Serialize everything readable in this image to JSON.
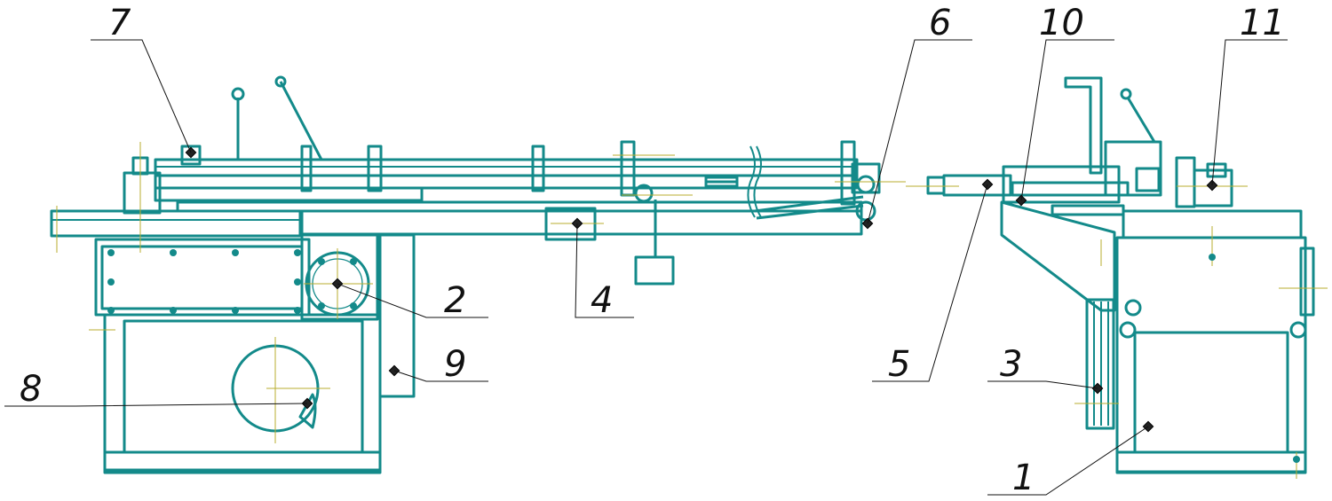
{
  "callouts": [
    {
      "id": "c1",
      "text": "1"
    },
    {
      "id": "c2",
      "text": "2"
    },
    {
      "id": "c3",
      "text": "3"
    },
    {
      "id": "c4",
      "text": "4"
    },
    {
      "id": "c5",
      "text": "5"
    },
    {
      "id": "c6",
      "text": "6"
    },
    {
      "id": "c7",
      "text": "7"
    },
    {
      "id": "c8",
      "text": "8"
    },
    {
      "id": "c9",
      "text": "9"
    },
    {
      "id": "c10",
      "text": "10"
    },
    {
      "id": "c11",
      "text": "11"
    }
  ],
  "colors": {
    "outline": "#138a8a",
    "centerline": "#b8ad2f",
    "leader": "#111111"
  }
}
